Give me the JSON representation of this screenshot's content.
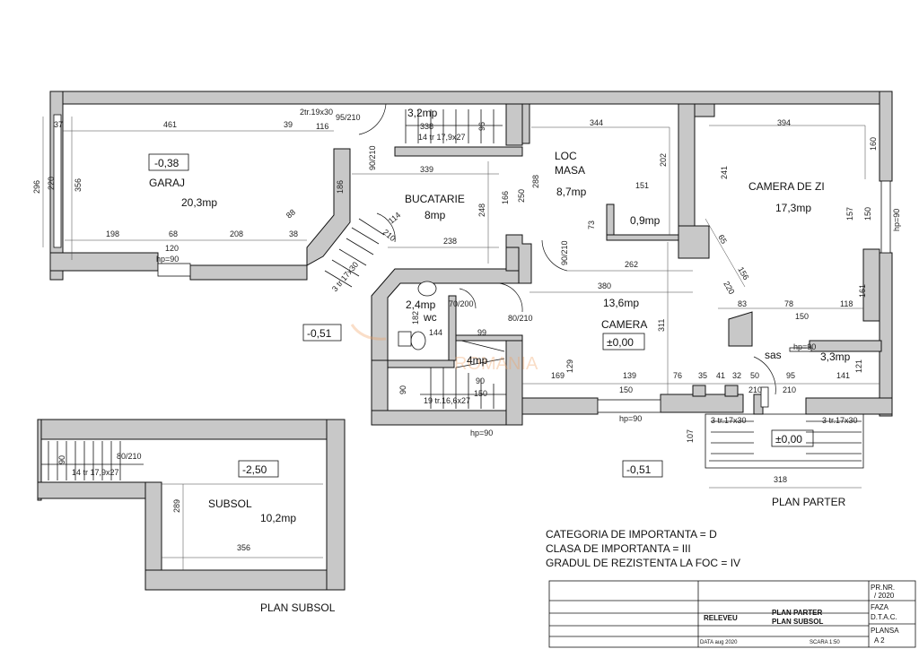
{
  "rooms": {
    "garaj": {
      "name": "GARAJ",
      "area": "20,3mp",
      "level": "-0,38"
    },
    "bucatarie": {
      "name": "BUCATARIE",
      "area": "8mp"
    },
    "loc_masa": {
      "name_line1": "LOC",
      "name_line2": "MASA",
      "area": "8,7mp"
    },
    "camera_de_zi": {
      "name": "CAMERA DE ZI",
      "area": "17,3mp"
    },
    "camera": {
      "name": "CAMERA",
      "area": "13,6mp",
      "level": "±0,00"
    },
    "wc": {
      "name": "wc",
      "area": "2,4mp"
    },
    "storage_small": {
      "area": "3,2mp"
    },
    "closet": {
      "area": "0,9mp"
    },
    "stair_room": {
      "area": "4mp"
    },
    "sas": {
      "name": "sas",
      "area": "3,3mp"
    },
    "subsol": {
      "name": "SUBSOL",
      "area": "10,2mp",
      "level": "-2,50"
    }
  },
  "levels": {
    "outside_left": "-0,51",
    "outside_bottom": "-0,51",
    "entrance": "±0,00"
  },
  "plan_titles": {
    "parter": "PLAN PARTER",
    "subsol": "PLAN SUBSOL"
  },
  "dims": {
    "d461": "461",
    "d37": "37",
    "d39": "39",
    "d2tr": "2tr.19x30",
    "d95_210": "95/210",
    "d116": "116",
    "d338": "338",
    "d96": "96",
    "d14tr_top": "14 tr 17,9x27",
    "d344": "344",
    "d394": "394",
    "d296": "296",
    "d220": "220",
    "d356v": "356",
    "d198": "198",
    "d68": "68",
    "d208": "208",
    "d120": "120",
    "hp90_garage": "hp=90",
    "d88": "88",
    "d38": "38",
    "d186": "186",
    "d90_210": "90/210",
    "d339": "339",
    "d166": "166",
    "d250": "250",
    "d248": "248",
    "d114": "114",
    "d210a": "210",
    "d238": "238",
    "d3tr_left": "3 tr 17x30",
    "d288": "288",
    "d202": "202",
    "d151": "151",
    "d73": "73",
    "d90_210b": "90/210",
    "d262": "262",
    "d160": "160",
    "d241": "241",
    "d157": "157",
    "d150v": "150",
    "hp90_right": "hp=90",
    "d65": "65",
    "d156": "156",
    "d220b": "220",
    "d161": "161",
    "d380": "380",
    "d70_200": "70/200",
    "d182": "182",
    "d80_210": "80/210",
    "d144": "144",
    "d311": "311",
    "d83": "83",
    "d78": "78",
    "d118": "118",
    "d150h": "150",
    "hp90_sas": "hp=90",
    "d99": "99",
    "d129": "129",
    "d169": "169",
    "d139": "139",
    "d76": "76",
    "d35": "35",
    "d41": "41",
    "d32": "32",
    "d50": "50",
    "d95": "95",
    "d141": "141",
    "d121": "121",
    "d210b": "210",
    "d210c": "210",
    "d150b": "150",
    "hp90_bottom": "hp=90",
    "d90": "90",
    "d150c": "150",
    "d90v": "90",
    "d19tr": "19 tr.16,6x27",
    "hp90_stair": "hp=90",
    "d3tr_a": "3 tr.17x30",
    "d3tr_b": "3 tr.17x30",
    "d107": "107",
    "d318": "318",
    "s90": "90",
    "s80_210": "80/210",
    "s14tr": "14 tr 17,9x27",
    "s289": "289",
    "s356": "356"
  },
  "notes": {
    "line1": "CATEGORIA DE IMPORTANTA = D",
    "line2": "CLASA DE IMPORTANTA = III",
    "line3": "GRADUL DE REZISTENTA LA FOC = IV"
  },
  "title_block": {
    "prnr_label": "PR.NR.",
    "prnr_value": "/ 2020",
    "faza_label": "FAZA",
    "faza_value": "D.T.A.C.",
    "releveu": "RELEVEU",
    "plan1": "PLAN PARTER",
    "plan2": "PLAN SUBSOL",
    "data": "DATA  aug 2020",
    "scara": "SCARA 1:50",
    "plansa_label": "PLANSA",
    "plansa_value": "A 2"
  },
  "watermark": "ROMANIA",
  "colors": {
    "wall": "#c8c8c8",
    "line": "#111111",
    "watermark": "#f0a060"
  }
}
